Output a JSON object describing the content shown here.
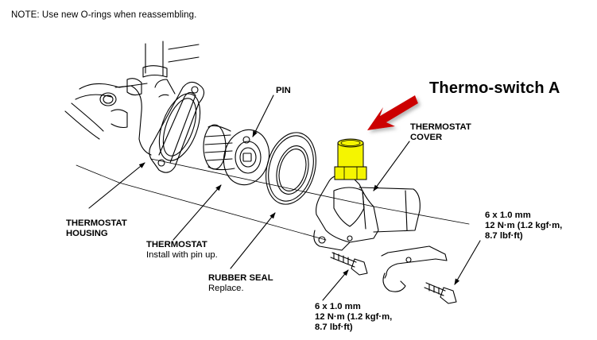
{
  "note": "NOTE:  Use new O-rings when reassembling.",
  "highlight": {
    "label": "Thermo-switch A",
    "arrow_color": "#cc0000",
    "part_color": "#f5f500"
  },
  "callouts": {
    "pin": "PIN",
    "thermostat_cover": [
      "THERMOSTAT",
      "COVER"
    ],
    "thermostat_housing": [
      "THERMOSTAT",
      "HOUSING"
    ],
    "thermostat": {
      "title": "THERMOSTAT",
      "note": "Install with pin up."
    },
    "rubber_seal": {
      "title": "RUBBER SEAL",
      "note": "Replace."
    },
    "bolt_left": [
      "6 x 1.0 mm",
      "12 N·m (1.2 kgf·m,",
      "8.7 lbf·ft)"
    ],
    "bolt_right": [
      "6 x 1.0 mm",
      "12 N·m (1.2 kgf·m,",
      "8.7 lbf·ft)"
    ]
  }
}
